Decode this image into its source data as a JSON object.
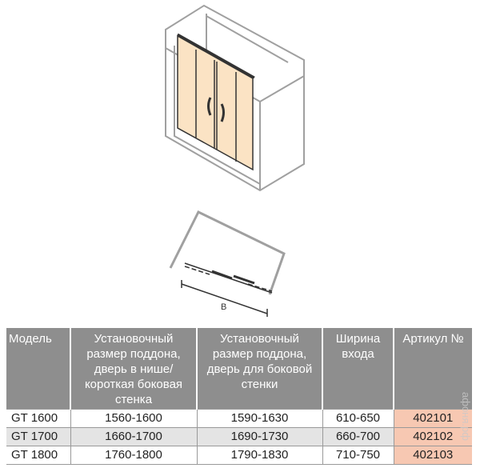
{
  "diagram": {
    "dimension_label": "B",
    "watermark": "афоня.рф"
  },
  "table": {
    "headers": [
      "Модель",
      "Установочный размер поддона, дверь в нише/ короткая боковая стенка",
      "Установочный размер поддона, дверь для боковой стенки",
      "Ширина входа",
      "Артикул №"
    ],
    "rows": [
      [
        "GT 1600",
        "1560-1600",
        "1590-1630",
        "610-650",
        "402101"
      ],
      [
        "GT 1700",
        "1660-1700",
        "1690-1730",
        "660-700",
        "402102"
      ],
      [
        "GT 1800",
        "1760-1800",
        "1790-1830",
        "710-750",
        "402103"
      ]
    ]
  },
  "colors": {
    "header": "#8e8e8e",
    "article": "#f7c8b2",
    "glass": "#fbe3c4"
  }
}
